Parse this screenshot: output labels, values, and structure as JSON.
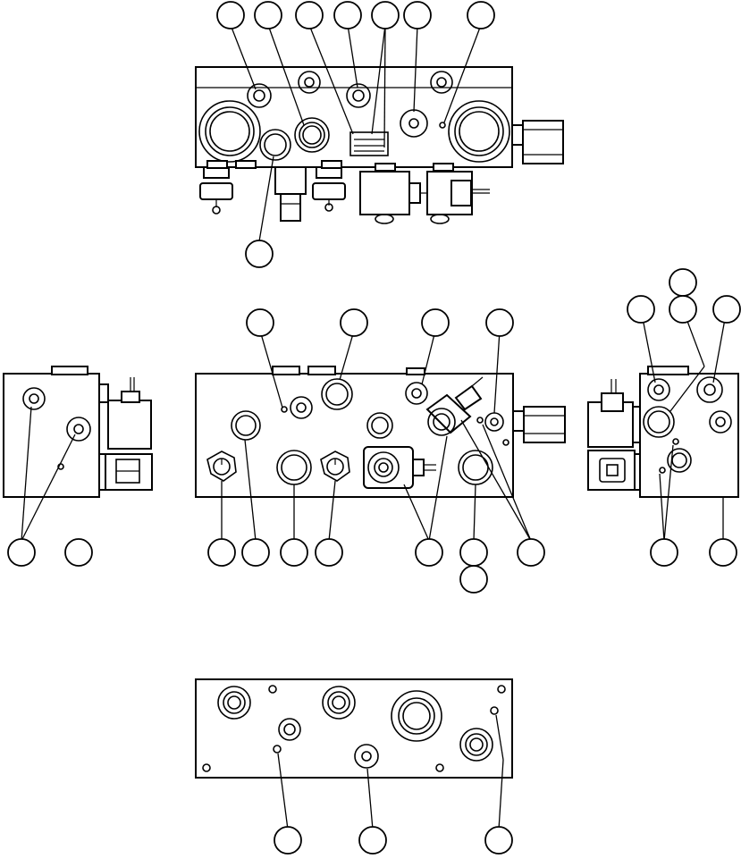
{
  "figure": {
    "views": [
      {
        "id": "top",
        "callouts": 8
      },
      {
        "id": "left-end",
        "callouts": 2
      },
      {
        "id": "front",
        "callouts": 12
      },
      {
        "id": "right-end",
        "callouts": 6
      },
      {
        "id": "bottom",
        "callouts": 3
      }
    ],
    "callout_label_text": "",
    "colors": {
      "line": "#000000",
      "background": "#ffffff"
    }
  }
}
